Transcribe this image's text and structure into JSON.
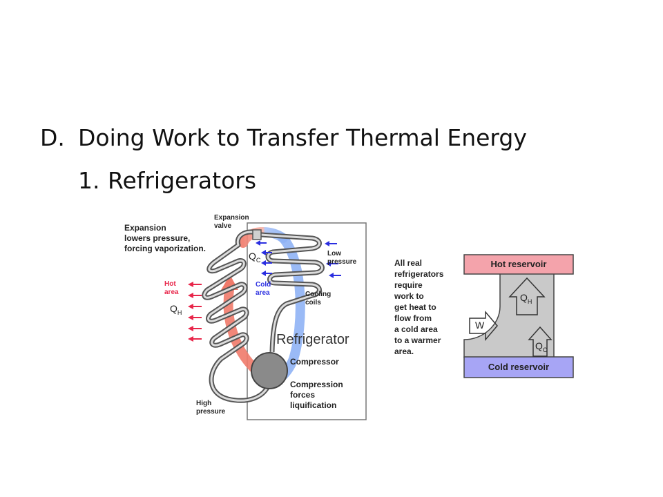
{
  "slide": {
    "heading_letter": "D.",
    "heading_text": "Doing Work to Transfer Thermal Energy",
    "sub_number": "1.",
    "sub_text": "Refrigerators"
  },
  "refrigerator_diagram": {
    "expansion_note": [
      "Expansion",
      "lowers pressure,",
      "forcing vaporization."
    ],
    "expansion_valve": [
      "Expansion",
      "valve"
    ],
    "hot_area": [
      "Hot",
      "area"
    ],
    "q_h": "Q",
    "q_h_sub": "H",
    "q_c": "Q",
    "q_c_sub": "C",
    "cold_area": [
      "Cold",
      "area"
    ],
    "low_pressure": [
      "Low",
      "pressure"
    ],
    "cooling_coils": [
      "Cooling",
      "coils"
    ],
    "refrigerator": "Refrigerator",
    "compressor": "Compressor",
    "compression_note": [
      "Compression",
      "forces",
      "liquification"
    ],
    "high_pressure": [
      "High",
      "pressure"
    ],
    "colors": {
      "hot": "#f07a6a",
      "cold": "#8fb3f5",
      "arrow_red": "#e8264a",
      "arrow_blue": "#2a2ee0"
    }
  },
  "reservoir_diagram": {
    "note": [
      "All real",
      "refrigerators",
      "require",
      "work to",
      "get heat to",
      "flow from",
      "a cold area",
      "to a warmer",
      "area."
    ],
    "hot_reservoir": "Hot reservoir",
    "cold_reservoir": "Cold reservoir",
    "w": "W",
    "q_h": "Q",
    "q_h_sub": "H",
    "q_c": "Q",
    "q_c_sub": "C",
    "colors": {
      "hot": "#f4a3ab",
      "cold": "#a7a5f5",
      "body": "#c9c9c9"
    }
  }
}
